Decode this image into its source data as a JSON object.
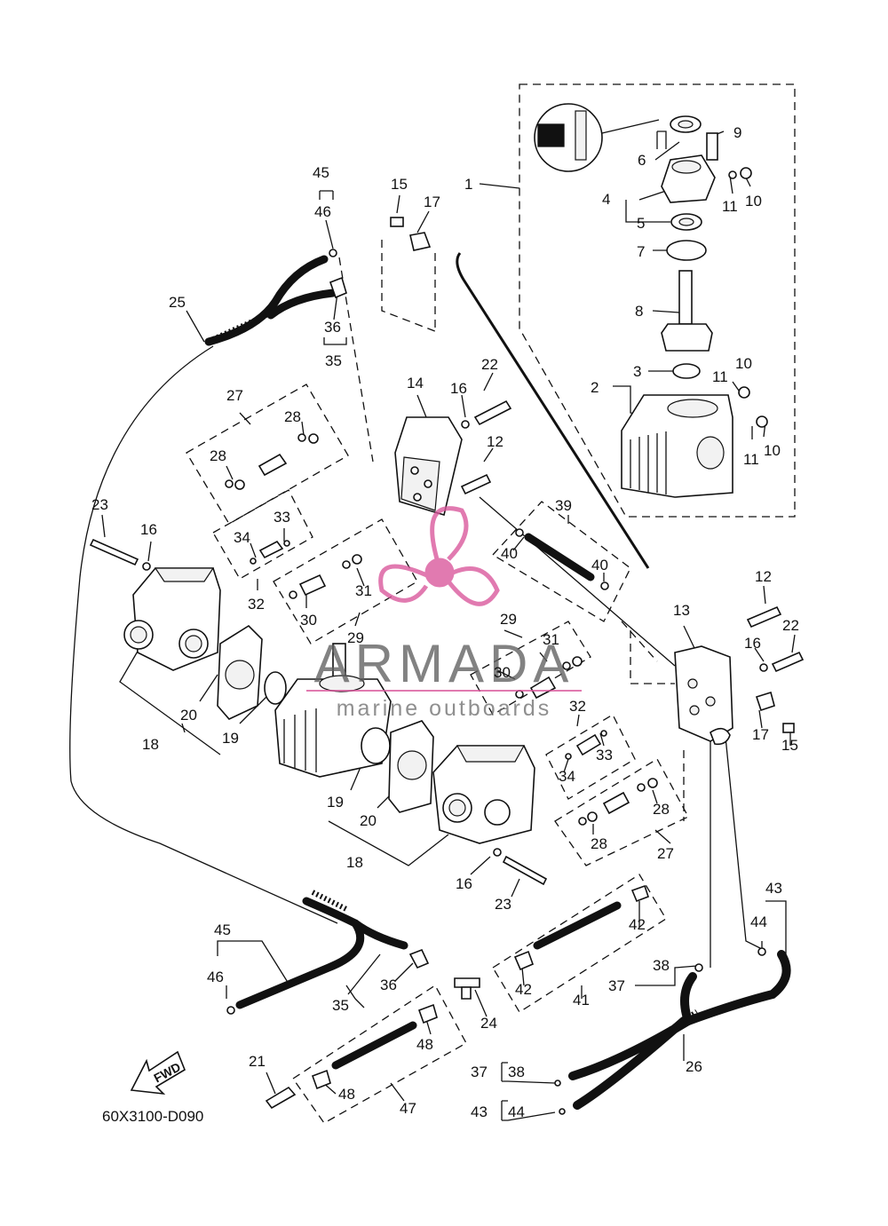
{
  "diagram_code": "60X3100-D090",
  "direction_label": "FWD",
  "watermark": {
    "brand": "ARMADA",
    "tagline": "marine outboards",
    "accent_color": "#d9559a"
  },
  "callouts": [
    {
      "id": "c1",
      "text": "1"
    },
    {
      "id": "c2",
      "text": "2"
    },
    {
      "id": "c3",
      "text": "3"
    },
    {
      "id": "c4",
      "text": "4"
    },
    {
      "id": "c5",
      "text": "5"
    },
    {
      "id": "c6",
      "text": "6"
    },
    {
      "id": "c7",
      "text": "7"
    },
    {
      "id": "c8",
      "text": "8"
    },
    {
      "id": "c9",
      "text": "9"
    },
    {
      "id": "c10a",
      "text": "10"
    },
    {
      "id": "c10b",
      "text": "10"
    },
    {
      "id": "c10c",
      "text": "10"
    },
    {
      "id": "c11a",
      "text": "11"
    },
    {
      "id": "c11b",
      "text": "11"
    },
    {
      "id": "c11c",
      "text": "11"
    },
    {
      "id": "c12a",
      "text": "12"
    },
    {
      "id": "c12b",
      "text": "12"
    },
    {
      "id": "c13",
      "text": "13"
    },
    {
      "id": "c14",
      "text": "14"
    },
    {
      "id": "c15a",
      "text": "15"
    },
    {
      "id": "c15b",
      "text": "15"
    },
    {
      "id": "c16a",
      "text": "16"
    },
    {
      "id": "c16b",
      "text": "16"
    },
    {
      "id": "c16c",
      "text": "16"
    },
    {
      "id": "c16d",
      "text": "16"
    },
    {
      "id": "c17a",
      "text": "17"
    },
    {
      "id": "c17b",
      "text": "17"
    },
    {
      "id": "c18a",
      "text": "18"
    },
    {
      "id": "c18b",
      "text": "18"
    },
    {
      "id": "c19a",
      "text": "19"
    },
    {
      "id": "c19b",
      "text": "19"
    },
    {
      "id": "c20a",
      "text": "20"
    },
    {
      "id": "c20b",
      "text": "20"
    },
    {
      "id": "c21",
      "text": "21"
    },
    {
      "id": "c22a",
      "text": "22"
    },
    {
      "id": "c22b",
      "text": "22"
    },
    {
      "id": "c23a",
      "text": "23"
    },
    {
      "id": "c23b",
      "text": "23"
    },
    {
      "id": "c24",
      "text": "24"
    },
    {
      "id": "c25",
      "text": "25"
    },
    {
      "id": "c26",
      "text": "26"
    },
    {
      "id": "c27a",
      "text": "27"
    },
    {
      "id": "c27b",
      "text": "27"
    },
    {
      "id": "c28a",
      "text": "28"
    },
    {
      "id": "c28b",
      "text": "28"
    },
    {
      "id": "c28c",
      "text": "28"
    },
    {
      "id": "c28d",
      "text": "28"
    },
    {
      "id": "c29a",
      "text": "29"
    },
    {
      "id": "c29b",
      "text": "29"
    },
    {
      "id": "c30a",
      "text": "30"
    },
    {
      "id": "c30b",
      "text": "30"
    },
    {
      "id": "c31a",
      "text": "31"
    },
    {
      "id": "c31b",
      "text": "31"
    },
    {
      "id": "c32a",
      "text": "32"
    },
    {
      "id": "c32b",
      "text": "32"
    },
    {
      "id": "c33a",
      "text": "33"
    },
    {
      "id": "c33b",
      "text": "33"
    },
    {
      "id": "c34a",
      "text": "34"
    },
    {
      "id": "c34b",
      "text": "34"
    },
    {
      "id": "c35a",
      "text": "35"
    },
    {
      "id": "c35b",
      "text": "35"
    },
    {
      "id": "c36a",
      "text": "36"
    },
    {
      "id": "c36b",
      "text": "36"
    },
    {
      "id": "c37a",
      "text": "37"
    },
    {
      "id": "c37b",
      "text": "37"
    },
    {
      "id": "c38a",
      "text": "38"
    },
    {
      "id": "c38b",
      "text": "38"
    },
    {
      "id": "c39",
      "text": "39"
    },
    {
      "id": "c40a",
      "text": "40"
    },
    {
      "id": "c40b",
      "text": "40"
    },
    {
      "id": "c41",
      "text": "41"
    },
    {
      "id": "c42a",
      "text": "42"
    },
    {
      "id": "c42b",
      "text": "42"
    },
    {
      "id": "c43a",
      "text": "43"
    },
    {
      "id": "c43b",
      "text": "43"
    },
    {
      "id": "c44a",
      "text": "44"
    },
    {
      "id": "c44b",
      "text": "44"
    },
    {
      "id": "c45a",
      "text": "45"
    },
    {
      "id": "c45b",
      "text": "45"
    },
    {
      "id": "c46a",
      "text": "46"
    },
    {
      "id": "c46b",
      "text": "46"
    },
    {
      "id": "c47",
      "text": "47"
    },
    {
      "id": "c48a",
      "text": "48"
    },
    {
      "id": "c48b",
      "text": "48"
    }
  ]
}
